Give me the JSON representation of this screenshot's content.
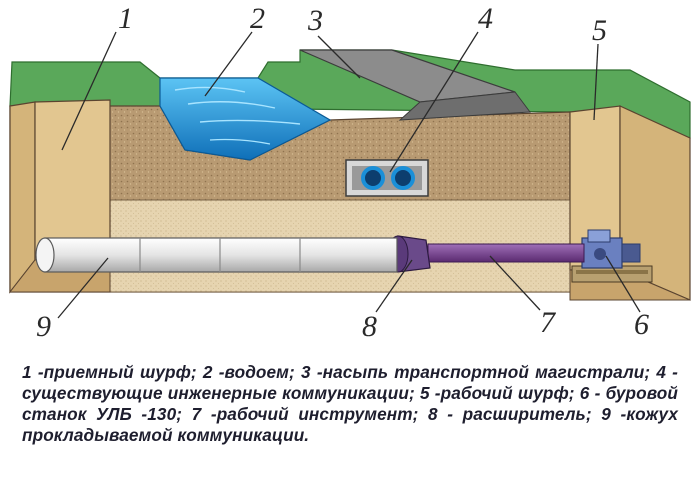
{
  "callouts": {
    "c1": "1",
    "c2": "2",
    "c3": "3",
    "c4": "4",
    "c5": "5",
    "c6": "6",
    "c7": "7",
    "c8": "8",
    "c9": "9"
  },
  "caption": "1 -приемный шурф; 2 -водоем; 3 -насыпь транспортной магистрали; 4 - существующие инженерные коммуникации; 5 -рабочий шурф; 6 - буровой станок УЛБ -130; 7 -рабочий инструмент; 8 - расширитель; 9 -кожух прокладываемой коммуникации.",
  "colors": {
    "grass": "#5aa85a",
    "soil": "#b89a72",
    "sand": "#e6d4b0",
    "pit_wall": "#e2c690",
    "water": "#1a8fd8",
    "embankment": "#8c8c8c",
    "casing": "#dcdcdc",
    "expander": "#6a4a8a",
    "rod": "#7a4a90",
    "machine": "#6a80c0",
    "pipes": "#1a7ad8"
  }
}
